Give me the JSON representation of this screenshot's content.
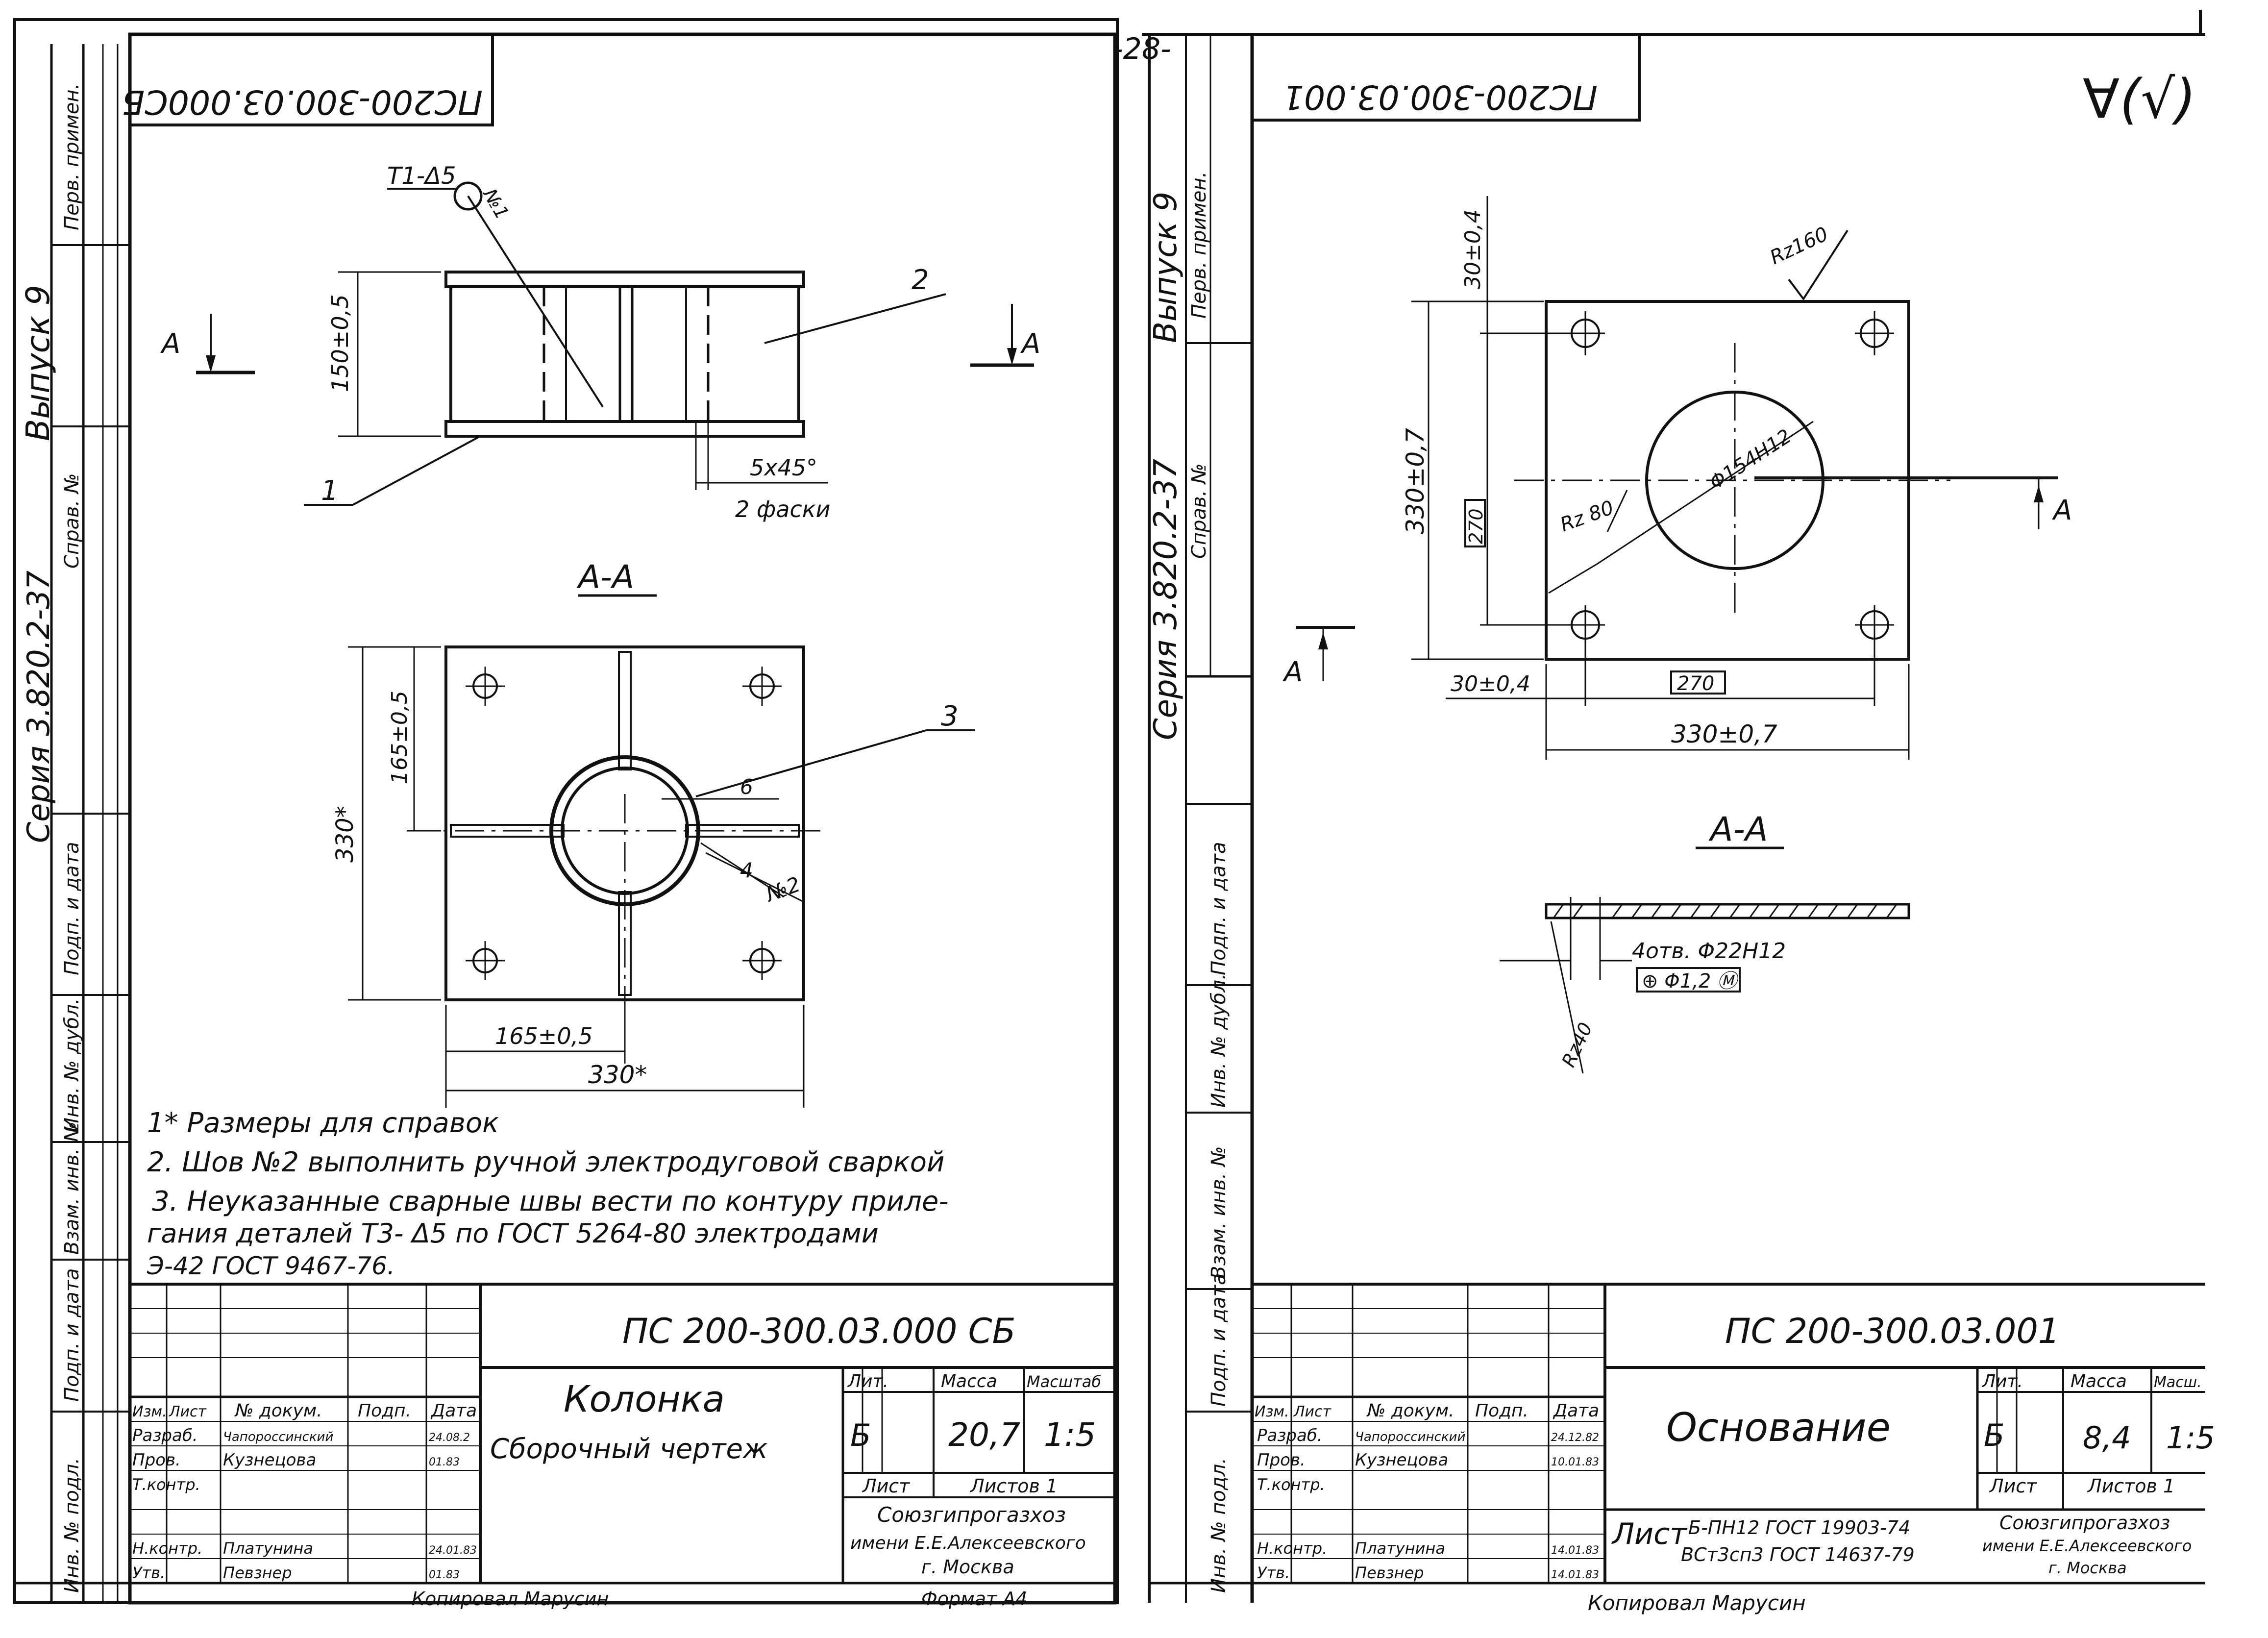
{
  "page_number": "-28-",
  "left_sheet": {
    "side_strip": {
      "issue": "Выпуск 9",
      "series": "Серия 3.820.2-37",
      "first_use": "Перв. примен.",
      "ref_no": "Справ. №",
      "sign_date": "Подп. и дата",
      "inv_no_dup": "Инв. № дубл.",
      "replace_inv": "Взам. инв. №",
      "sign_date2": "Подп. и дата",
      "inv_no_orig": "Инв. № подл."
    },
    "top_stamp": "ПС200-300.03.000СБ",
    "callouts": {
      "weld_symbol": "Т1-Δ5",
      "weld_no": "№1",
      "part1": "1",
      "part2": "2",
      "part3": "3",
      "part4": "4",
      "part6": "6",
      "weld2": "№2",
      "section_mark": "А",
      "chamfer": "5x45°",
      "chamfer_note": "2 фаски"
    },
    "dims": {
      "height": "150±0,5",
      "half_v": "165±0,5",
      "full_v": "330*",
      "half_h": "165±0,5",
      "full_h": "330*"
    },
    "section_title": "А-А",
    "notes": [
      "1* Размеры для справок",
      "2. Шов №2 выполнить ручной электродуговой сваркой",
      "3. Неуказанные сварные швы вести по контуру приле-",
      "гания деталей    Т3- Δ5  по  ГОСТ 5264-80  электродами",
      "Э-42    ГОСТ 9467-76."
    ],
    "title_block": {
      "designation": "ПС 200-300.03.000 СБ",
      "name": "Колонка",
      "doc_type": "Сборочный чертеж",
      "col_headers": [
        "Изм.",
        "Лист",
        "№ докум.",
        "Подп.",
        "Дата"
      ],
      "rows": [
        [
          "Разраб.",
          "Чапороссинский",
          "",
          "24.08.2"
        ],
        [
          "Пров.",
          "Кузнецова",
          "",
          "01.83"
        ],
        [
          "Т.контр.",
          "",
          "",
          ""
        ],
        [
          "",
          "",
          "",
          ""
        ],
        [
          "Н.контр.",
          "Платунина",
          "",
          "24.01.83"
        ],
        [
          "Утв.",
          "Певзнер",
          "",
          "01.83"
        ]
      ],
      "lit_label": "Лит.",
      "mass_label": "Масса",
      "scale_label": "Масштаб",
      "lit_value": "Б",
      "mass_value": "20,7",
      "scale_value": "1:5",
      "sheet_label": "Лист",
      "sheets_label": "Листов 1",
      "org": [
        "Союзгипрогазхоз",
        "имени Е.Е.Алексеевского",
        "г. Москва"
      ],
      "copied": "Копировал  Марусин",
      "format": "Формат А4"
    }
  },
  "right_sheet": {
    "side_strip": {
      "issue": "Выпуск 9",
      "series": "Серия 3.820.2-37",
      "first_use": "Перв. примен.",
      "ref_no": "Справ. №",
      "sign_date": "Подп. и дата",
      "inv_no_dup": "Инв. № дубл.",
      "replace_inv": "Взам. инв. №",
      "sign_date2": "Подп. и дата",
      "inv_no_orig": "Инв. № подл."
    },
    "top_stamp": "ПС200-300.03.001",
    "roughness_general": "∀(√)",
    "dims": {
      "top_offset": "30±0,4",
      "left_height": "330±0,7",
      "inner_v": "270",
      "left_offset": "30±0,4",
      "inner_h": "270",
      "width": "330±0,7",
      "hole_dia": "Φ154Н12",
      "rz_hole": "Rz 80",
      "rz_top": "Rz160",
      "rz_bottom": "Rz40",
      "holes": "4отв. Φ22Н12",
      "position_tol": "⊕ Φ1,2 Ⓜ"
    },
    "section_mark": "А",
    "section_title": "А-А",
    "title_block": {
      "designation": "ПС 200-300.03.001",
      "name": "Основание",
      "col_headers": [
        "Изм.",
        "Лист",
        "№ докум.",
        "Подп.",
        "Дата"
      ],
      "rows": [
        [
          "Разраб.",
          "Чапороссинский",
          "",
          "24.12.82"
        ],
        [
          "Пров.",
          "Кузнецова",
          "",
          "10.01.83"
        ],
        [
          "Т.контр.",
          "",
          "",
          ""
        ],
        [
          "Н.контр.",
          "Платунина",
          "",
          "14.01.83"
        ],
        [
          "Утв.",
          "Певзнер",
          "",
          "14.01.83"
        ]
      ],
      "lit_label": "Лит.",
      "mass_label": "Масса",
      "scale_label": "Масш.",
      "lit_value": "Б",
      "mass_value": "8,4",
      "scale_value": "1:5",
      "sheet_label": "Лист",
      "sheets_label": "Листов 1",
      "material_label": "Лист",
      "material_1": "Б-ПН12 ГОСТ 19903-74",
      "material_2": "ВСт3сп3 ГОСТ 14637-79",
      "org": [
        "Союзгипрогазхоз",
        "имени Е.Е.Алексеевского",
        "г. Москва"
      ],
      "copied": "Копировал  Марусин"
    }
  }
}
